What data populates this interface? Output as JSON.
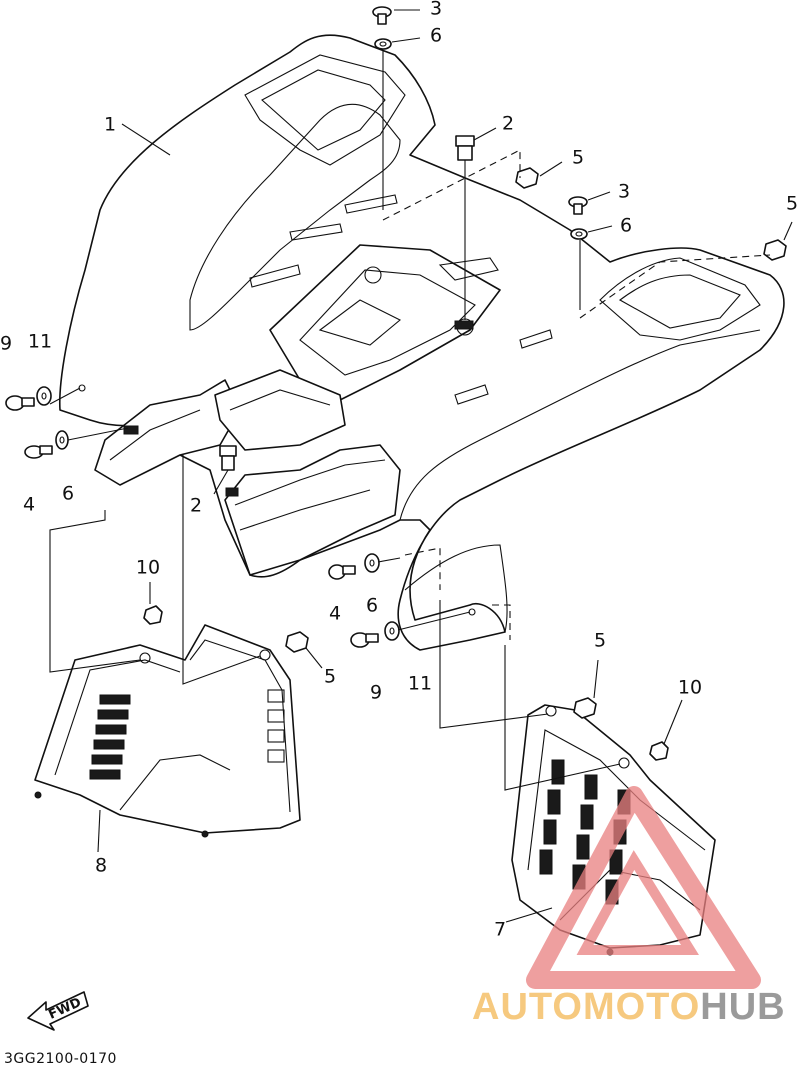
{
  "callouts": [
    {
      "id": "c3a",
      "label": "3"
    },
    {
      "id": "c6a",
      "label": "6"
    },
    {
      "id": "c2a",
      "label": "2"
    },
    {
      "id": "c5a",
      "label": "5"
    },
    {
      "id": "c3b",
      "label": "3"
    },
    {
      "id": "c6b",
      "label": "6"
    },
    {
      "id": "c5b",
      "label": "5"
    },
    {
      "id": "c1",
      "label": "1"
    },
    {
      "id": "c9a",
      "label": "9"
    },
    {
      "id": "c11a",
      "label": "11"
    },
    {
      "id": "c4a",
      "label": "4"
    },
    {
      "id": "c6c",
      "label": "6"
    },
    {
      "id": "c2b",
      "label": "2"
    },
    {
      "id": "c10a",
      "label": "10"
    },
    {
      "id": "c5c",
      "label": "5"
    },
    {
      "id": "c8",
      "label": "8"
    },
    {
      "id": "c4b",
      "label": "4"
    },
    {
      "id": "c6d",
      "label": "6"
    },
    {
      "id": "c9b",
      "label": "9"
    },
    {
      "id": "c11b",
      "label": "11"
    },
    {
      "id": "c5d",
      "label": "5"
    },
    {
      "id": "c10b",
      "label": "10"
    },
    {
      "id": "c7",
      "label": "7"
    }
  ],
  "direction_label": "FWD",
  "drawing_code": "3GG2100-0170",
  "watermark": {
    "part1": "AUTOMOTO",
    "part2": "HUB",
    "color_accent": "#f6c97f",
    "color_gray": "#9a9a9a",
    "logo_color": "#e98080"
  }
}
